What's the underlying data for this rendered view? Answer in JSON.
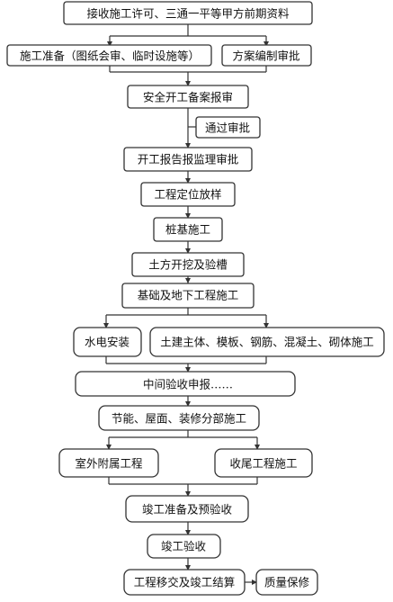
{
  "flowchart": {
    "nodes": {
      "receive_docs": "接收施工许可、三通一平等甲方前期资料",
      "construction_prep": "施工准备（图纸会审、临时设施等）",
      "plan_approval": "方案编制审批",
      "safety_filing": "安全开工备案报审",
      "approved": "通过审批",
      "start_report": "开工报告报监理审批",
      "survey_layout": "工程定位放样",
      "pile_foundation": "桩基施工",
      "excavation": "土方开挖及验槽",
      "foundation_underground": "基础及地下工程施工",
      "mep_installation": "水电安装",
      "main_structure": "土建主体、模板、钢筋、混凝土、砌体施工",
      "interim_acceptance": "中间验收申报……",
      "finishing_works": "节能、屋面、装修分部施工",
      "exterior_works": "室外附属工程",
      "closing_works": "收尾工程施工",
      "pre_acceptance": "竣工准备及预验收",
      "completion_acceptance": "竣工验收",
      "handover_settlement": "工程移交及竣工结算",
      "warranty": "质量保修"
    }
  }
}
